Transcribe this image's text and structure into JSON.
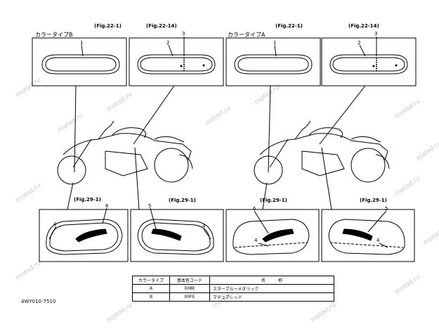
{
  "sections": {
    "type_b": "カラータイプB",
    "type_a": "カラータイプA"
  },
  "fig_refs": {
    "b_top_left": "(Fig.22-1)",
    "b_top_right": "(Fig.22-14)",
    "a_top_left": "(Fig.22-1)",
    "a_top_right": "(Fig.22-14)",
    "b_bottom_left": "(Fig.29-1)",
    "b_bottom_right": "(Fig.29-1)",
    "a_bottom_left": "(Fig.29-1)",
    "a_bottom_right": "(Fig.29-1)"
  },
  "callouts": {
    "one": "1",
    "two": "2",
    "three": "3",
    "four": "4",
    "five": "5",
    "six": "6"
  },
  "watermark": "motod.ru",
  "legend": {
    "headers": [
      "カラータイプ",
      "基本色コード",
      "名　　　称"
    ],
    "rows": [
      {
        "type": "A",
        "code": "008E",
        "name": "スターブルーメタリック"
      },
      {
        "type": "B",
        "code": "00FE",
        "name": "マチュアレッド"
      }
    ]
  },
  "part_code": "4WY010-7510"
}
